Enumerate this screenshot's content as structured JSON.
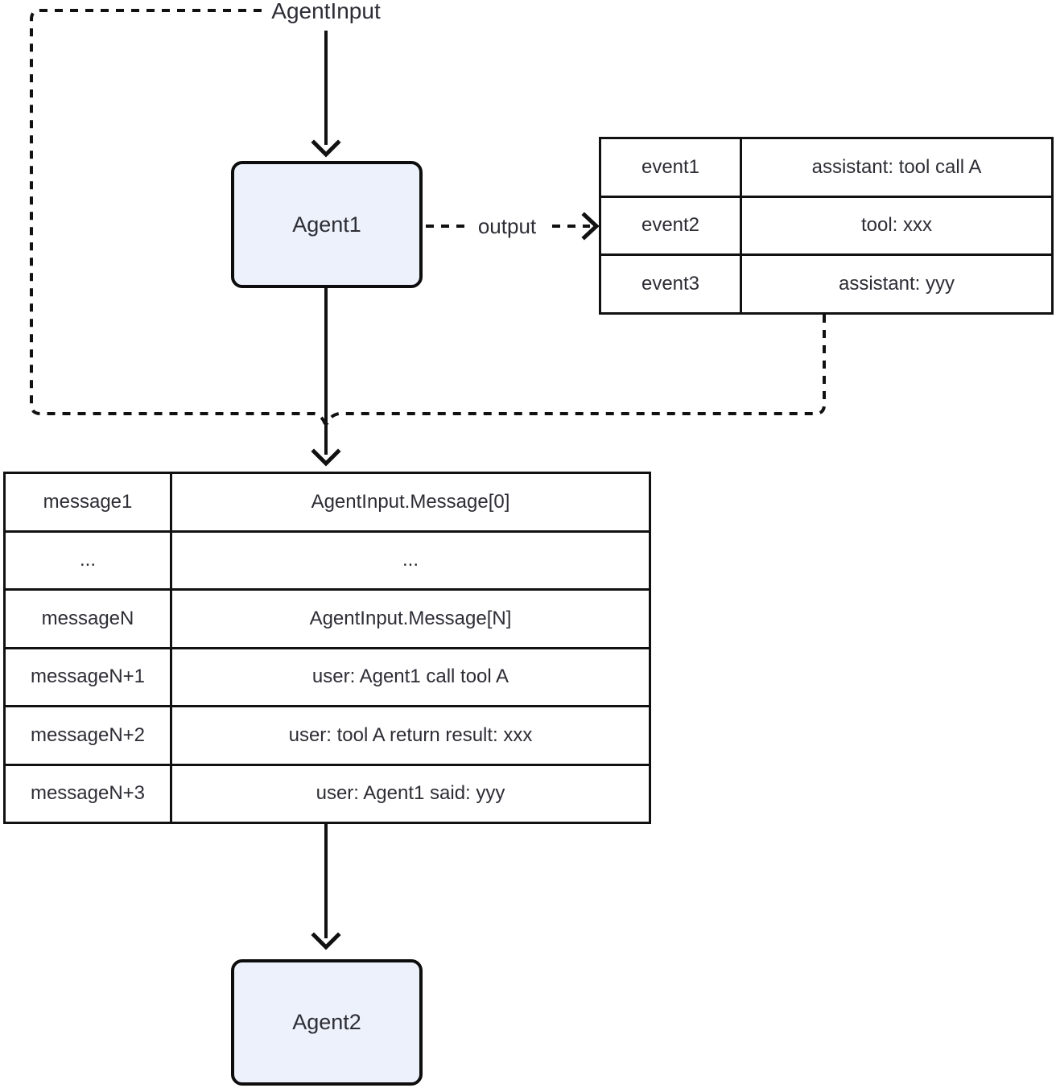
{
  "nodes": {
    "agent_input": {
      "label": "AgentInput"
    },
    "agent1": {
      "label": "Agent1"
    },
    "agent2": {
      "label": "Agent2"
    }
  },
  "edges": {
    "output_label": "output"
  },
  "events_table": {
    "rows": [
      [
        "event1",
        "assistant: tool call A"
      ],
      [
        "event2",
        "tool: xxx"
      ],
      [
        "event3",
        "assistant: yyy"
      ]
    ]
  },
  "messages_table": {
    "rows": [
      [
        "message1",
        "AgentInput.Message[0]"
      ],
      [
        "...",
        "..."
      ],
      [
        "messageN",
        "AgentInput.Message[N]"
      ],
      [
        "messageN+1",
        "user: Agent1 call tool A"
      ],
      [
        "messageN+2",
        "user: tool A return result: xxx"
      ],
      [
        "messageN+3",
        "user: Agent1 said: yyy"
      ]
    ]
  },
  "colors": {
    "line": "#111111",
    "text": "#2D2D35",
    "node_fill": "#ECF1FB",
    "node_border": "#0D0D0D",
    "background": "#FFFFFF"
  }
}
